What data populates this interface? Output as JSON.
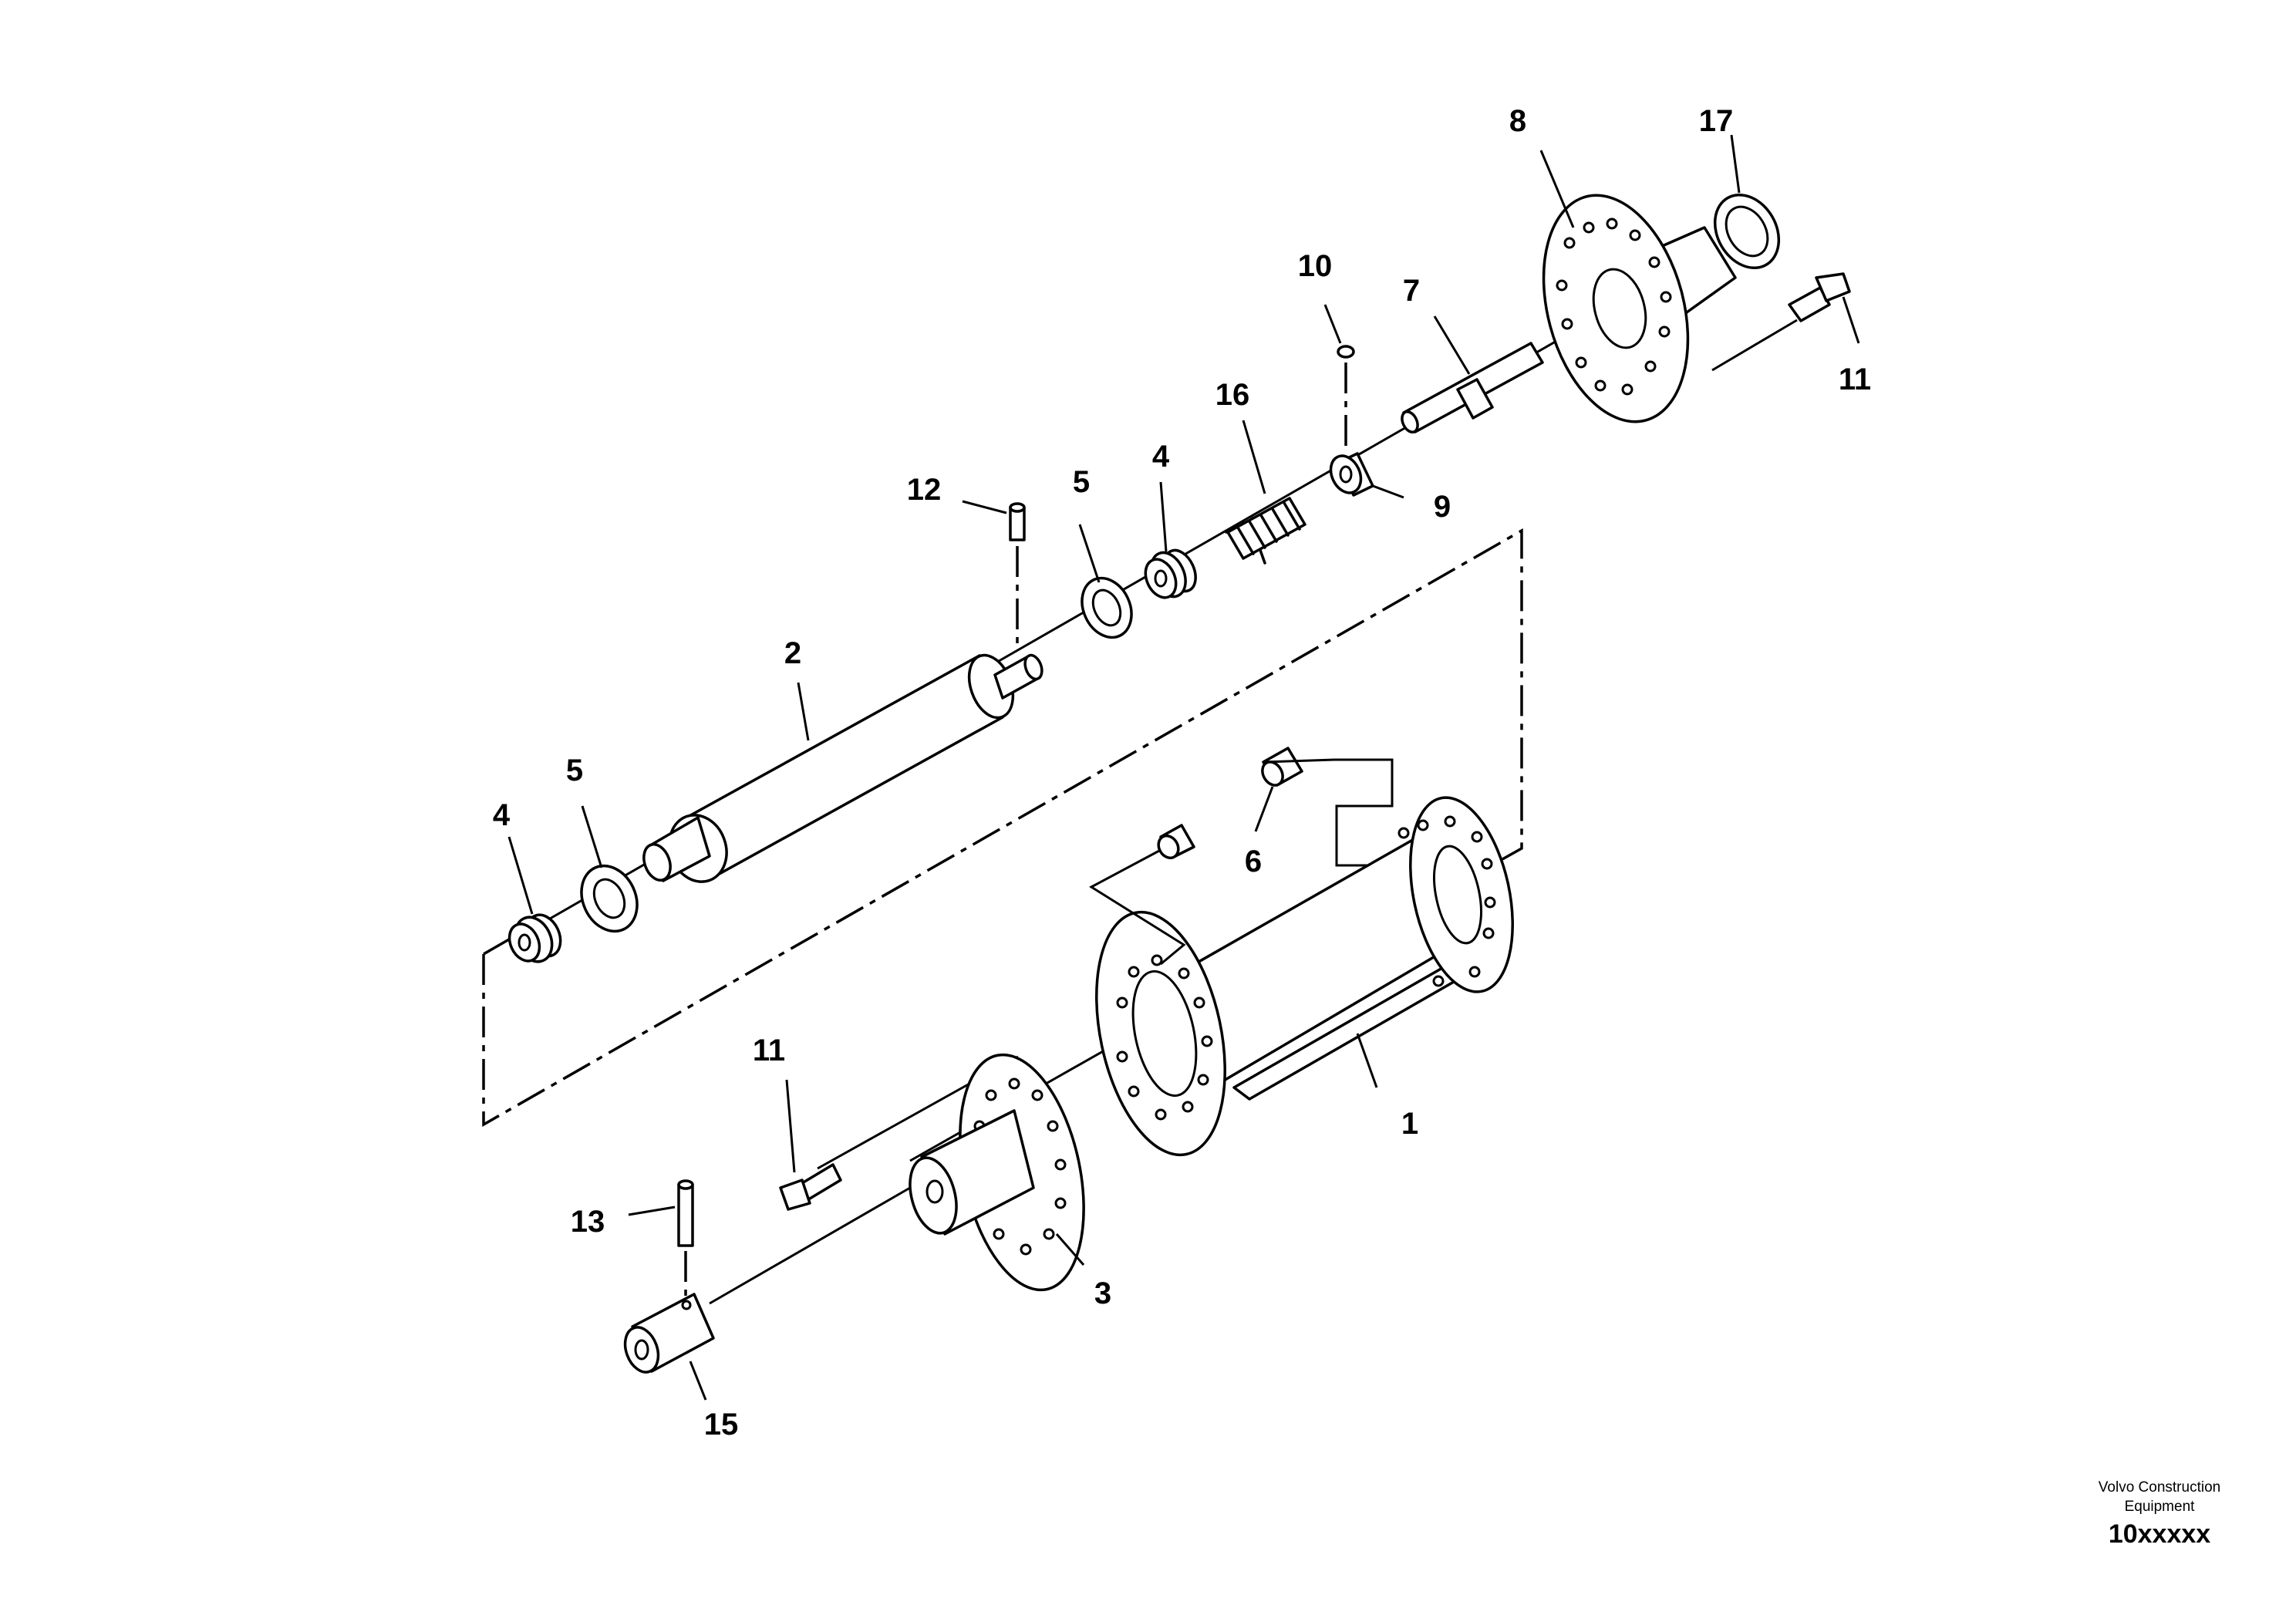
{
  "diagram": {
    "callouts": {
      "c1": "1",
      "c2": "2",
      "c3": "3",
      "c4a": "4",
      "c4b": "4",
      "c5a": "5",
      "c5b": "5",
      "c6": "6",
      "c7": "7",
      "c8": "8",
      "c9": "9",
      "c10": "10",
      "c11a": "11",
      "c11b": "11",
      "c12": "12",
      "c13": "13",
      "c15": "15",
      "c16": "16",
      "c17": "17"
    }
  },
  "footer": {
    "brand_lines": [
      "Volvo Construction",
      "Equipment"
    ],
    "doc_code": "10xxxxx"
  }
}
